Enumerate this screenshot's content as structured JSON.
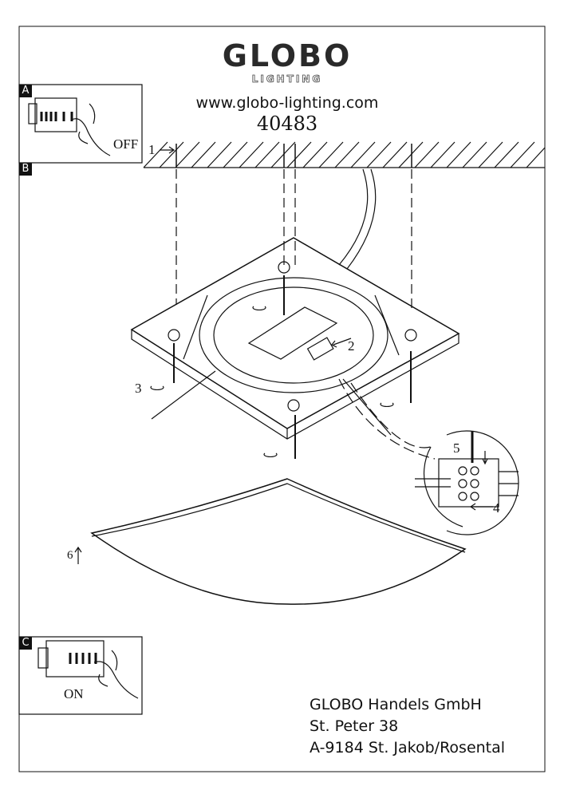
{
  "brand": {
    "name": "GLOBO",
    "subtitle": "LIGHTING"
  },
  "website": "www.globo-lighting.com",
  "model_number": "40483",
  "steps": {
    "a": {
      "tag": "A",
      "label": "OFF"
    },
    "b": {
      "tag": "B"
    },
    "c": {
      "tag": "C",
      "label": "ON"
    },
    "callouts": [
      "1",
      "2",
      "3",
      "4",
      "5",
      "6"
    ]
  },
  "address": {
    "company": "GLOBO Handels GmbH",
    "street": "St. Peter  38",
    "city": "A-9184 St. Jakob/Rosental"
  }
}
